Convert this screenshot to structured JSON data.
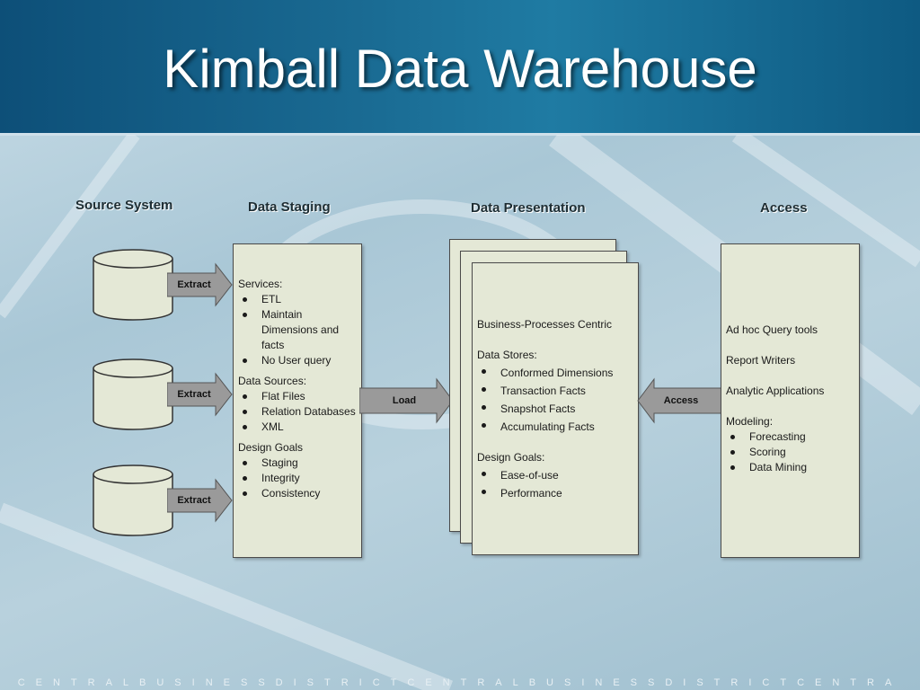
{
  "title": "Kimball Data Warehouse",
  "headers": {
    "source": "Source System",
    "staging": "Data Staging",
    "presentation": "Data Presentation",
    "access": "Access"
  },
  "arrows": {
    "extract1": "Extract",
    "extract2": "Extract",
    "extract3": "Extract",
    "load": "Load",
    "access": "Access"
  },
  "staging": {
    "services_title": "Services:",
    "services": [
      "ETL",
      "Maintain Dimensions and facts",
      "No User query"
    ],
    "sources_title": "Data Sources:",
    "sources": [
      "Flat Files",
      "Relation Databases",
      "XML"
    ],
    "goals_title": "Design Goals",
    "goals": [
      "Staging",
      "Integrity",
      "Consistency"
    ]
  },
  "presentation": {
    "heading": "Business-Processes Centric",
    "stores_title": "Data Stores:",
    "stores": [
      "Conformed Dimensions",
      "Transaction Facts",
      "Snapshot Facts",
      "Accumulating Facts"
    ],
    "goals_title": "Design Goals:",
    "goals": [
      "Ease-of-use",
      "Performance"
    ]
  },
  "access": {
    "tools": [
      "Ad hoc Query tools",
      "Report Writers",
      "Analytic Applications"
    ],
    "modeling_title": "Modeling:",
    "modeling": [
      "Forecasting",
      "Scoring",
      "Data Mining"
    ]
  },
  "footer": "CENTRALBUSINESSDISTRICTCENTRALBUSINESSDISTRICTCENTRA",
  "colors": {
    "title_band": "#1a6b93",
    "panel": "#e4e8d6",
    "arrow": "#9a9a9a"
  }
}
